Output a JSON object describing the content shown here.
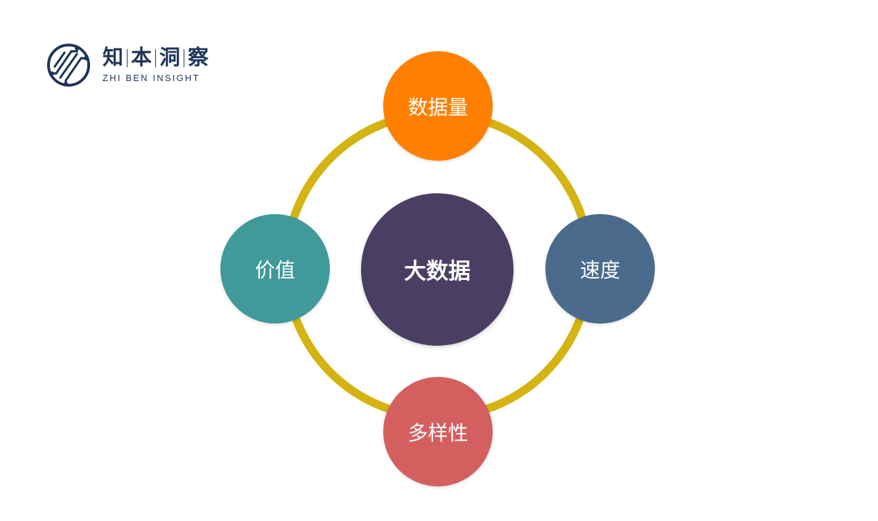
{
  "logo": {
    "name_chars": [
      "知",
      "本",
      "洞",
      "察"
    ],
    "name_en": "ZHI BEN INSIGHT",
    "color": "#1f3558"
  },
  "diagram": {
    "ring_color": "#d4b312",
    "center": {
      "label": "大数据",
      "color": "#4a3f63"
    },
    "nodes": {
      "top": {
        "label": "数据量",
        "color": "#ff8000"
      },
      "right": {
        "label": "速度",
        "color": "#4a6b8c"
      },
      "bottom": {
        "label": "多样性",
        "color": "#d45f5f"
      },
      "left": {
        "label": "价值",
        "color": "#3f9a99"
      }
    }
  }
}
